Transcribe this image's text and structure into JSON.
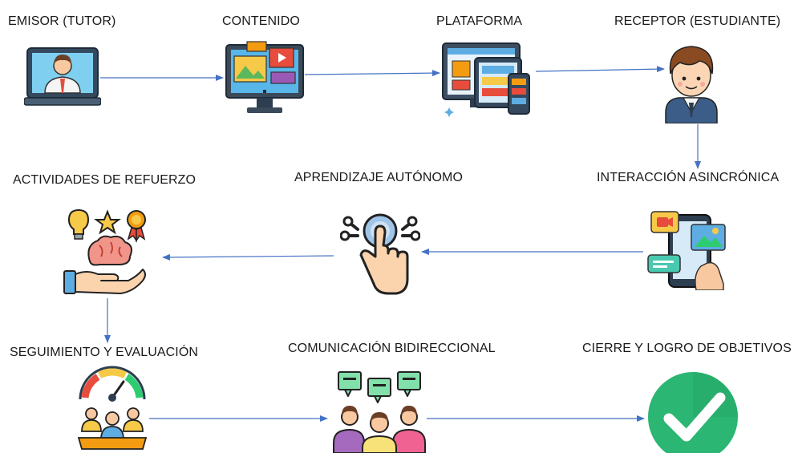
{
  "nodes": [
    {
      "label": "EMISOR (TUTOR)",
      "icon": "teacher-laptop-icon"
    },
    {
      "label": "CONTENIDO",
      "icon": "multimedia-monitor-icon"
    },
    {
      "label": "PLATAFORMA",
      "icon": "devices-platform-icon"
    },
    {
      "label": "RECEPTOR (ESTUDIANTE)",
      "icon": "student-avatar-icon"
    },
    {
      "label": "INTERACCIÓN ASINCRÓNICA",
      "icon": "phone-messages-icon"
    },
    {
      "label": "APRENDIZAJE AUTÓNOMO",
      "icon": "touch-hand-icon"
    },
    {
      "label": "ACTIVIDADES DE REFUERZO",
      "icon": "brain-hand-icon"
    },
    {
      "label": "SEGUIMIENTO Y EVALUACIÓN",
      "icon": "gauge-team-icon"
    },
    {
      "label": "COMUNICACIÓN BIDIRECCIONAL",
      "icon": "group-chat-icon"
    },
    {
      "label": "CIERRE Y LOGRO DE OBJETIVOS",
      "icon": "check-circle-icon"
    }
  ],
  "colors": {
    "arrow": "#4472c4",
    "check": "#2bb673",
    "text": "#1a1a1a"
  }
}
